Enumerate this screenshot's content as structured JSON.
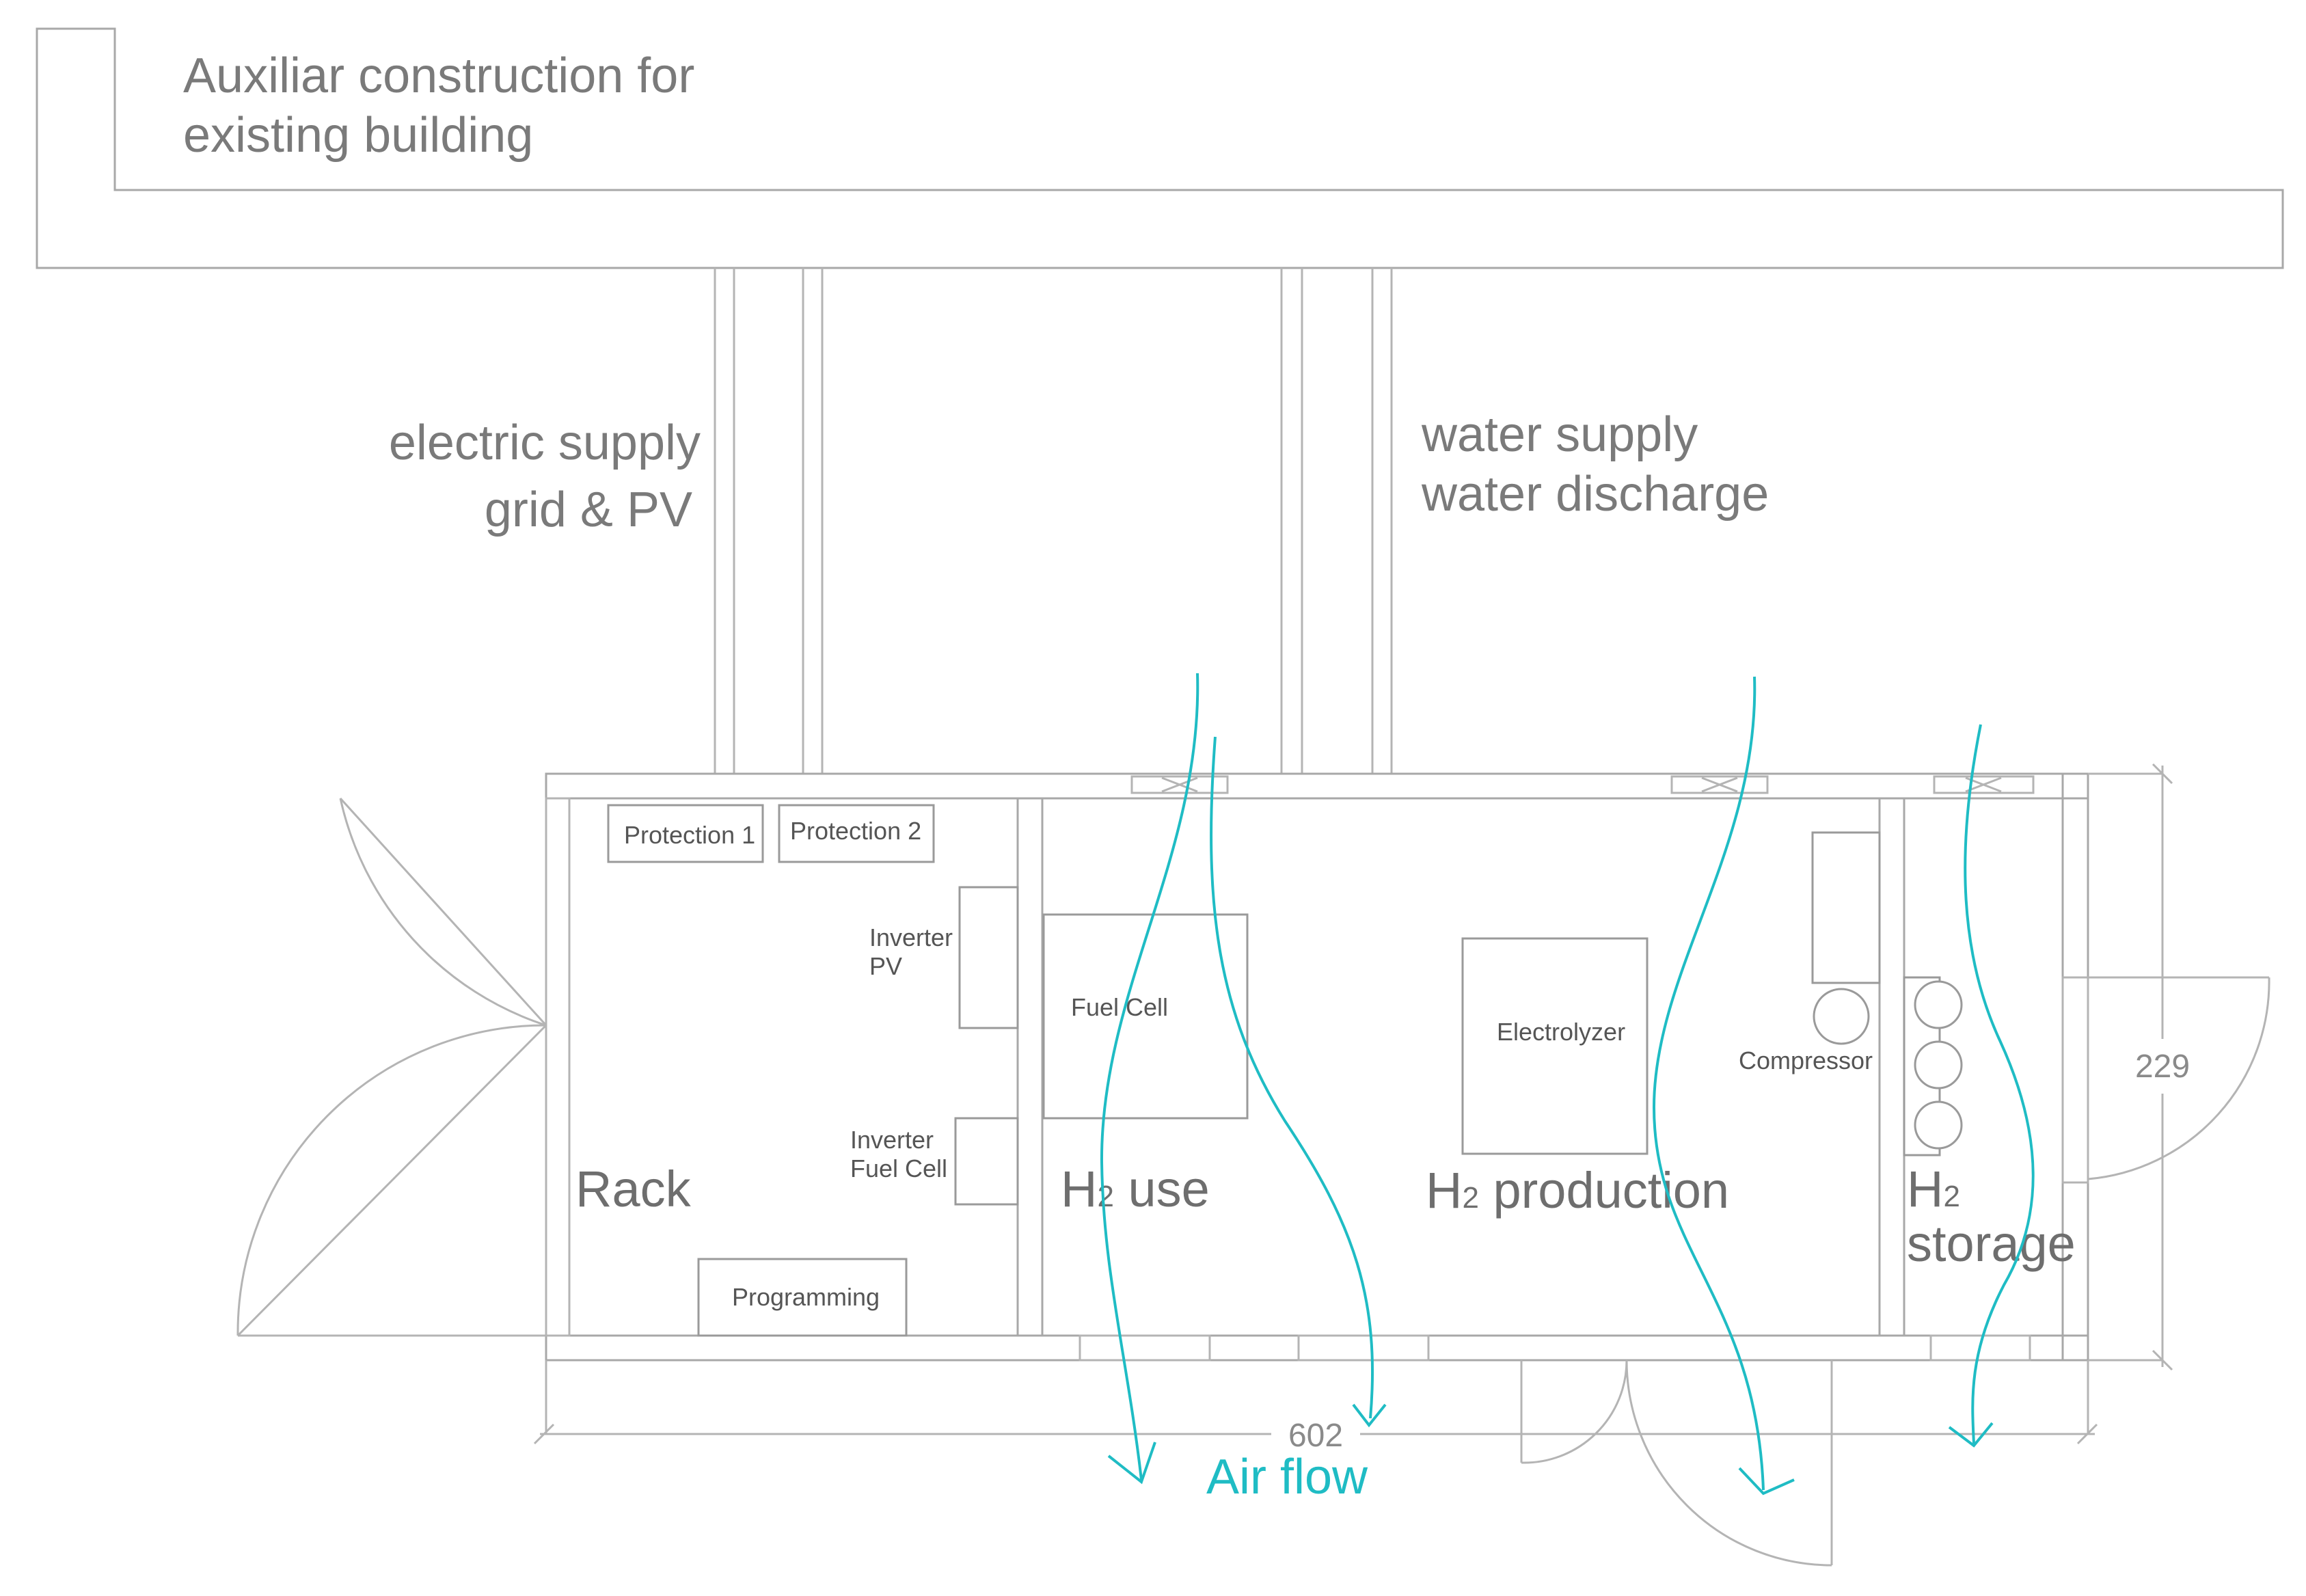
{
  "building": {
    "title_line1": "Auxiliar construction for",
    "title_line2": "existing building"
  },
  "supplies": {
    "electric_line1": "electric supply",
    "electric_line2": "grid & PV",
    "water_line1": "water supply",
    "water_line2": "water discharge"
  },
  "rooms": {
    "rack": "Rack",
    "h2_use": {
      "prefix": "H",
      "sub": "2",
      "suffix": " use"
    },
    "h2_production": {
      "prefix": "H",
      "sub": "2",
      "suffix": " production"
    },
    "h2_storage": {
      "prefix": "H",
      "sub": "2",
      "line2": "storage"
    }
  },
  "equipment": {
    "protection1": "Protection 1",
    "protection2": "Protection 2",
    "inverter_pv_line1": "Inverter",
    "inverter_pv_line2": "PV",
    "inverter_fc_line1": "Inverter",
    "inverter_fc_line2": "Fuel Cell",
    "programming": "Programming",
    "fuel_cell": "Fuel Cell",
    "electrolyzer": "Electrolyzer",
    "compressor": "Compressor"
  },
  "dimensions": {
    "length": "602",
    "width": "229"
  },
  "airflow": {
    "label": "Air flow",
    "color": "#1fbcc4"
  }
}
